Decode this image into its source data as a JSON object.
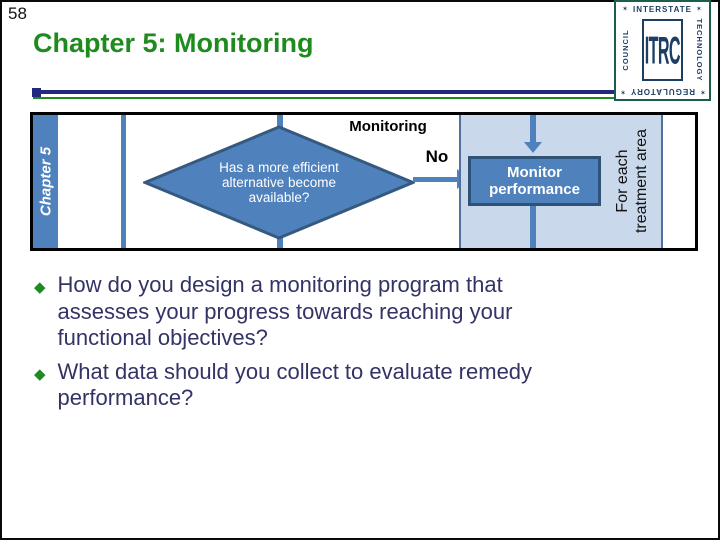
{
  "slide": {
    "number": "58",
    "title": "Chapter 5: Monitoring"
  },
  "logo": {
    "top_word": "INTERSTATE",
    "right_word": "TECHNOLOGY",
    "bottom_word": "REGULATORY",
    "left_word": "COUNCIL",
    "acronym": "ITRC",
    "star": "✶"
  },
  "flowchart": {
    "sidebar_label": "Chapter 5",
    "stage_label": "Monitoring",
    "decision_text": "Has a more efficient\nalternative become\navailable?",
    "edge_label": "No",
    "process_text": "Monitor\nperformance",
    "panel_label": "For each\ntreatment area"
  },
  "bullets": {
    "marker": "◆",
    "items": [
      "How do you design a monitoring program that\nassesses your progress towards reaching your\nfunctional objectives?",
      "What data should you collect to evaluate remedy\nperformance?"
    ]
  },
  "colors": {
    "title_green": "#1f8b1f",
    "divider_navy": "#23297d",
    "body_text_navy": "#333366",
    "shape_blue": "#4f81bd",
    "shape_blue_border": "#35597f",
    "panel_light_blue": "#c9d8ea",
    "logo_navy": "#1c3e63"
  }
}
